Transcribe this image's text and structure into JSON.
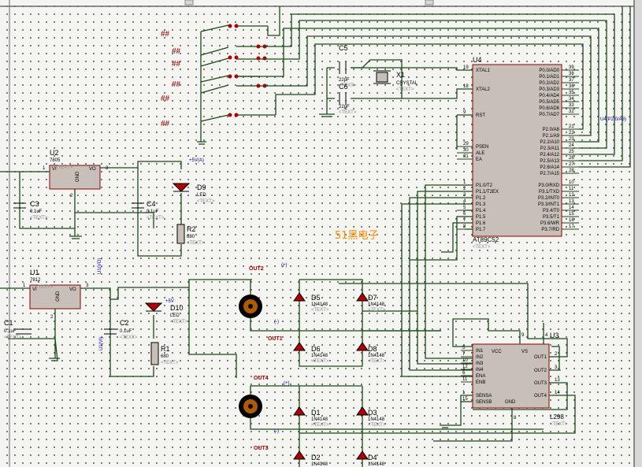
{
  "watermark": "51黑电子",
  "u4": {
    "ref": "U4",
    "part": "AT89C52",
    "text": "<TEXT>",
    "left_pins": [
      {
        "num": "19",
        "name": "XTAL1"
      },
      {
        "num": "18",
        "name": "XTAL2"
      },
      {
        "num": "9",
        "name": "RST"
      },
      {
        "num": "29",
        "name": "PSEN"
      },
      {
        "num": "30",
        "name": "ALE"
      },
      {
        "num": "31",
        "name": "EA"
      },
      {
        "num": "1",
        "name": "P1.0/T2"
      },
      {
        "num": "2",
        "name": "P1.1/T2EX"
      },
      {
        "num": "3",
        "name": "P1.2"
      },
      {
        "num": "4",
        "name": "P1.3"
      },
      {
        "num": "5",
        "name": "P1.4"
      },
      {
        "num": "6",
        "name": "P1.5"
      },
      {
        "num": "7",
        "name": "P1.6"
      },
      {
        "num": "8",
        "name": "P1.7"
      }
    ],
    "right_pins": [
      {
        "num": "39",
        "name": "P0.0/AD0"
      },
      {
        "num": "38",
        "name": "P0.1/AD1"
      },
      {
        "num": "37",
        "name": "P0.2/AD2"
      },
      {
        "num": "36",
        "name": "P0.3/AD3"
      },
      {
        "num": "35",
        "name": "P0.4/AD4"
      },
      {
        "num": "34",
        "name": "P0.5/AD5"
      },
      {
        "num": "33",
        "name": "P0.6/AD6"
      },
      {
        "num": "32",
        "name": "P0.7/AD7"
      },
      {
        "num": "21",
        "name": "P2.0/A8"
      },
      {
        "num": "22",
        "name": "P2.1/A9"
      },
      {
        "num": "23",
        "name": "P2.2/A10"
      },
      {
        "num": "24",
        "name": "P2.3/A11"
      },
      {
        "num": "25",
        "name": "P2.4/A12"
      },
      {
        "num": "26",
        "name": "P2.5/A13"
      },
      {
        "num": "27",
        "name": "P2.6/A14"
      },
      {
        "num": "28",
        "name": "P2.7/A15"
      },
      {
        "num": "10",
        "name": "P3.0/RXD"
      },
      {
        "num": "11",
        "name": "P3.1/TXD"
      },
      {
        "num": "12",
        "name": "P3.2/INT0"
      },
      {
        "num": "13",
        "name": "P3.3/INT1"
      },
      {
        "num": "14",
        "name": "P3.4/T0"
      },
      {
        "num": "15",
        "name": "P3.5/T1"
      },
      {
        "num": "16",
        "name": "P3.6/WR"
      },
      {
        "num": "17",
        "name": "P3.7/RD"
      }
    ],
    "net_label": "U4(P2.0/A8)"
  },
  "u3": {
    "ref": "U3",
    "part": "L298",
    "text": "<TEXT>",
    "left_pins": [
      {
        "num": "5",
        "name": "IN1"
      },
      {
        "num": "7",
        "name": "IN2"
      },
      {
        "num": "10",
        "name": "IN3"
      },
      {
        "num": "12",
        "name": "IN4"
      },
      {
        "num": "6",
        "name": "ENA"
      },
      {
        "num": "11",
        "name": "ENB"
      },
      {
        "num": "1",
        "name": "SENSA"
      },
      {
        "num": "15",
        "name": "SENSB"
      }
    ],
    "right_pins": [
      {
        "num": "2",
        "name": "OUT1"
      },
      {
        "num": "3",
        "name": "OUT2"
      },
      {
        "num": "13",
        "name": "OUT3"
      },
      {
        "num": "14",
        "name": "OUT4"
      }
    ],
    "top_pins": [
      {
        "num": "9",
        "name": "VCC"
      },
      {
        "num": "4",
        "name": "VS"
      }
    ],
    "bottom_pins": [
      {
        "num": "8",
        "name": "GND"
      }
    ]
  },
  "u2": {
    "ref": "U2",
    "part": "7805",
    "vi": "VI",
    "vo": "VO",
    "gnd": "GND",
    "pin_in": "1",
    "pin_out": "3",
    "pin_gnd": "2",
    "text": "<TEXT>"
  },
  "u1": {
    "ref": "U1",
    "part": "7812",
    "vi": "VI",
    "vo": "VO",
    "gnd": "GND",
    "pin_in": "1",
    "pin_out": "3",
    "pin_gnd": "2",
    "text": "<TEXT>"
  },
  "c5": {
    "ref": "C5",
    "value": "22pF",
    "text": "<TEXT>"
  },
  "c6": {
    "ref": "C6",
    "value": "22pF",
    "text": "<TEXT>"
  },
  "x1": {
    "ref": "X1",
    "value": "CRYSTAL",
    "text": "<TEXT>"
  },
  "c3": {
    "ref": "C3",
    "value": "0.1uF",
    "text": "<TEXT>"
  },
  "c4": {
    "ref": "C4",
    "value": "0.1uF",
    "text": "<TEXT>"
  },
  "c1": {
    "ref": "C1",
    "value": "0.1uF",
    "text": "<TEXT>"
  },
  "c2": {
    "ref": "C2",
    "value": "0.1uF",
    "text": "<TEXT>"
  },
  "d9": {
    "ref": "D9",
    "value": "LED",
    "text": "<TEXT>"
  },
  "d10": {
    "ref": "D10",
    "value": "LED",
    "text": "<TEXT>"
  },
  "r2": {
    "ref": "R2",
    "value": "680",
    "text": "<TEXT>"
  },
  "r1": {
    "ref": "R1",
    "value": "680",
    "text": "<TEXT>"
  },
  "diodes": [
    {
      "ref": "D5",
      "value": "1N4148",
      "text": "<TEXT>"
    },
    {
      "ref": "D7",
      "value": "1N4148",
      "text": "<TEXT>"
    },
    {
      "ref": "D6",
      "value": "1N4148",
      "text": "<TEXT>"
    },
    {
      "ref": "D8",
      "value": "1N4148",
      "text": "<TEXT>"
    },
    {
      "ref": "D1",
      "value": "1N4148",
      "text": "<TEXT>"
    },
    {
      "ref": "D3",
      "value": "1N4148",
      "text": "<TEXT>"
    },
    {
      "ref": "D2",
      "value": "1N4148",
      "text": "<TEXT>"
    },
    {
      "ref": "D4",
      "value": "1N4148",
      "text": "<TEXT>"
    }
  ],
  "motor_labels": {
    "out2": "OUT2",
    "out1": "OUT1",
    "out4": "OUT4",
    "out3": "OUT3",
    "plus": "(+)",
    "minus": "(-)"
  },
  "probes": {
    "p5v": "+5V(A)",
    "p12v": "U1(VO)",
    "u1vi": "U1(VI)",
    "d10p": "+5V"
  }
}
